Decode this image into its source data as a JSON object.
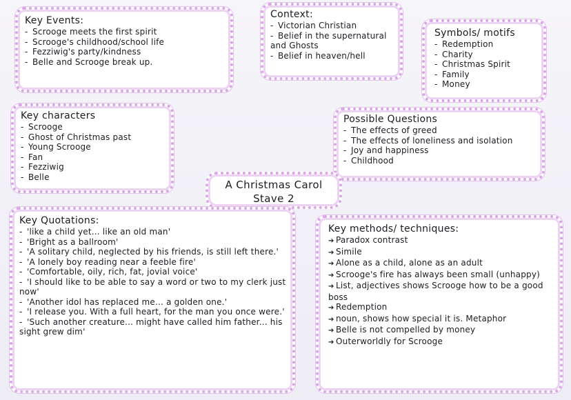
{
  "key_events": {
    "title": "Key Events:",
    "items": [
      "Scrooge meets the first spirit",
      "Scrooge's childhood/school life",
      "Fezziwig's party/kindness",
      "Belle and Scrooge break up."
    ]
  },
  "context": {
    "title": "Context:",
    "items": [
      "Victorian Christian",
      "Belief in the supernatural and Ghosts",
      "Belief in heaven/hell"
    ]
  },
  "symbols": {
    "title": "Symbols/ motifs",
    "items": [
      "Redemption",
      "Charity",
      "Christmas Spirit",
      "Family",
      "Money"
    ]
  },
  "key_characters": {
    "title": "Key characters",
    "items": [
      "Scrooge",
      "Ghost of Christmas past",
      "Young Scrooge",
      "Fan",
      "Fezziwig",
      "Belle"
    ]
  },
  "possible_questions": {
    "title": "Possible Questions",
    "items": [
      "The effects of greed",
      "The effects of loneliness and isolation",
      "Joy and happiness",
      "Childhood"
    ]
  },
  "title_card": {
    "line1": "A Christmas Carol",
    "line2": "Stave 2"
  },
  "key_quotations": {
    "title": "Key Quotations:",
    "items": [
      "'like a child yet... like an old man'",
      "'Bright as a ballroom'",
      "'A solitary child, neglected by his friends, is still left there.'",
      "'A lonely boy reading near a feeble fire'",
      "'Comfortable, oily, rich, fat, jovial voice'",
      "'I should like to be able to say a word or two to my clerk just now'",
      "'Another idol has replaced me... a golden one.'",
      "'I release you. With a full heart, for the man you once were.'",
      "'Such another creature... might have called him father... his sight grew dim'"
    ]
  },
  "key_methods": {
    "title": "Key methods/ techniques:",
    "items": [
      "Paradox contrast",
      "Simile",
      "Alone as a child, alone as an adult",
      "Scrooge's fire has always been small (unhappy)",
      "List, adjectives shows Scrooge how to be a good boss",
      "Redemption",
      "noun, shows how special it is. Metaphor",
      "Belle is not compelled by money",
      "Outerworldly for Scrooge"
    ]
  },
  "markers": {
    "dash": "-",
    "arrow": "➔"
  },
  "colors": {
    "border": "#d9a6e6",
    "border_glow": "#ecd3f2",
    "paper": "#ffffff",
    "ink": "#1c1b22"
  }
}
